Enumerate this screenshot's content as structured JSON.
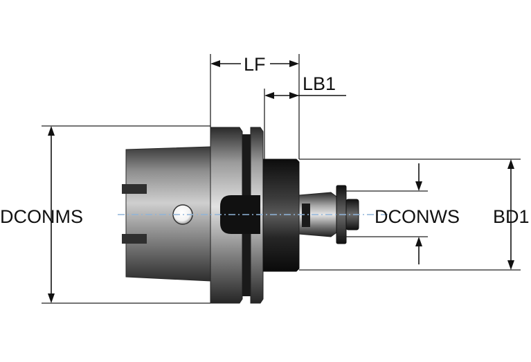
{
  "labels": {
    "lf": "LF",
    "lb1": "LB1",
    "dconms": "DCONMS",
    "dconws": "DCONWS",
    "bd1": "BD1"
  },
  "colors": {
    "dimension": "#111111",
    "centerline": "#8fb4d9",
    "steel_dark": "#1e1e1e",
    "steel_mid": "#7a7a7a",
    "steel_light": "#d9d9d9",
    "background": "#ffffff"
  }
}
